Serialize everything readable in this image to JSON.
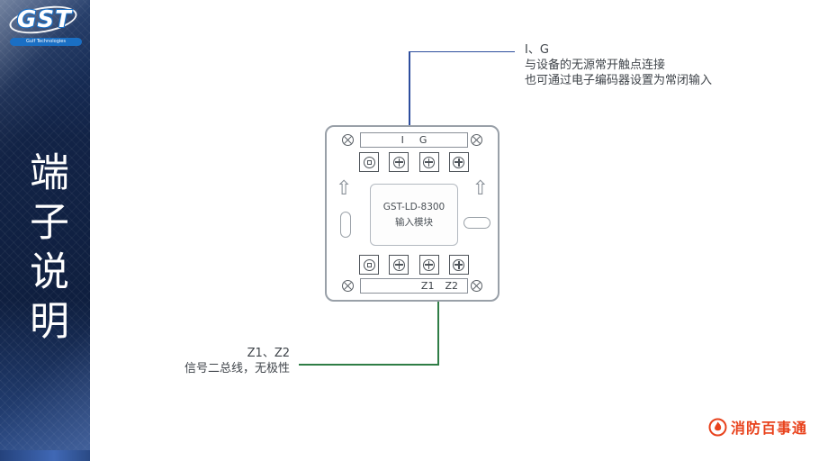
{
  "sidebar": {
    "title": "端子说明",
    "logo": {
      "text": "GST",
      "tagline": "Gulf Technologies"
    }
  },
  "module": {
    "model": "GST-LD-8300",
    "name": "输入模块",
    "top_terminals": {
      "t1": "I",
      "t2": "G"
    },
    "bottom_terminals": {
      "t1": "Z1",
      "t2": "Z2"
    }
  },
  "annotations": {
    "top": {
      "line1": "I、G",
      "line2": "与设备的无源常开触点连接",
      "line3": "也可通过电子编码器设置为常闭输入"
    },
    "bottom": {
      "line1": "Z1、Z2",
      "line2": "信号二总线，无极性"
    }
  },
  "footer": {
    "brand": "消防百事通"
  },
  "colors": {
    "sidebar_bg": "#122346",
    "wire_blue": "#2e4e9e",
    "wire_green": "#2f7d46",
    "brand_red": "#e8421c",
    "text": "#3f444a"
  }
}
